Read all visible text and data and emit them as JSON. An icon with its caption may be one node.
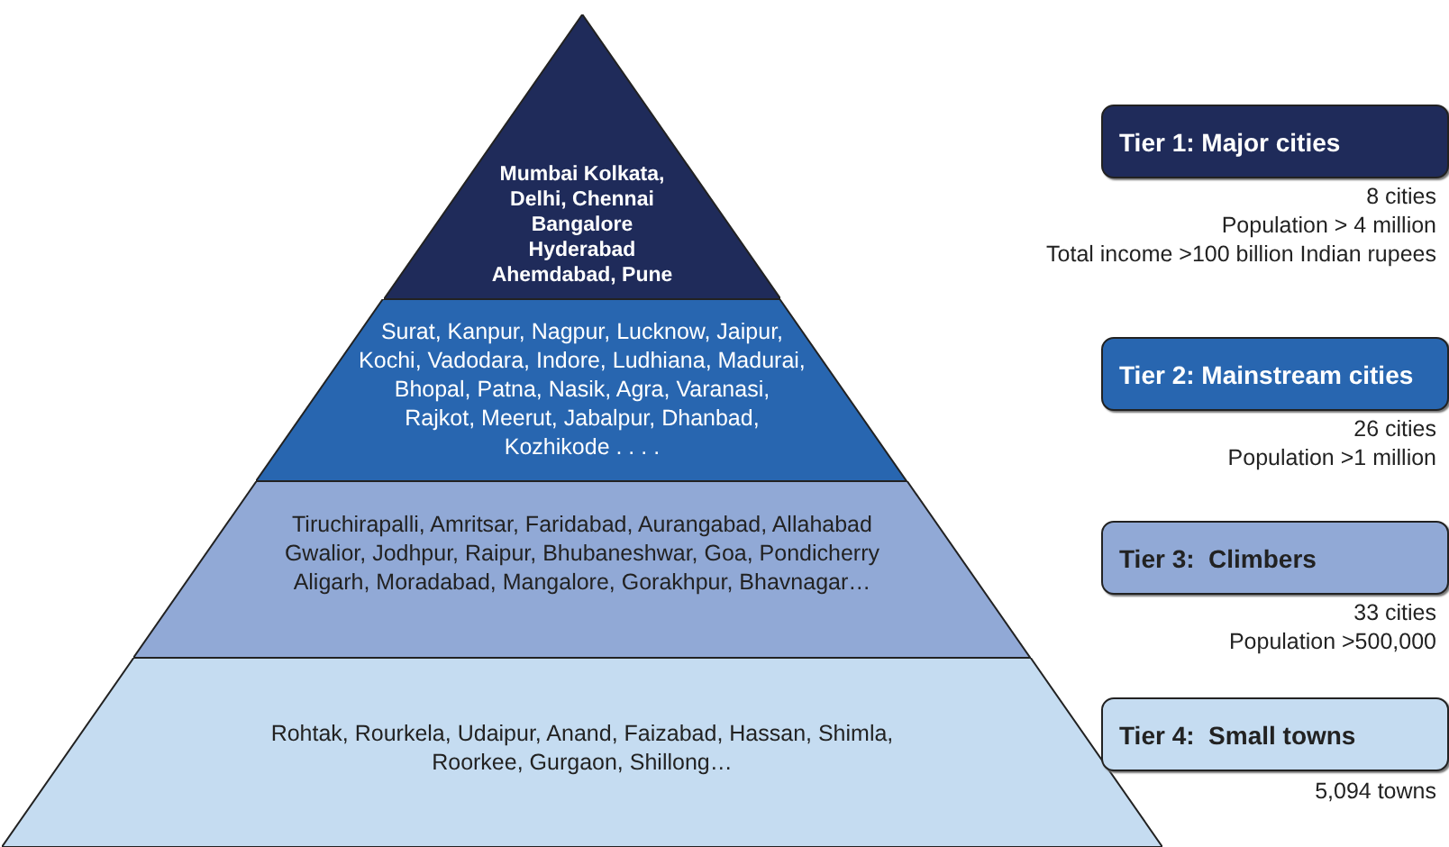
{
  "diagram": {
    "nodes": [
      {
        "text": [
          "Mumbai Kolkata, Delhi, Chennai Bangalore Hyderabad Ahemdabad, Pune"
        ]
      },
      {
        "text": [
          "Surat, Kanpur, Nagpur, Lucknow, Jaipur, Kochi, Vadodara, Indore, Ludhiana, Madurai, Bhopal, Patna, Nasik, Agra, Varanasi, Rajkot, Meerut, Jabalpur, Dhanbad, Kozhikode . . . ."
        ]
      },
      {
        "text": [
          "Tiruchirapalli, Amritsar, Faridabad, Aurangabad, Allahabad Gwalior, Jodhpur, Raipur, Bhubaneshwar, Goa, Pondicherry Aligarh, Moradabad, Mangalore, Gorakhpur, Bhavnagar…"
        ]
      },
      {
        "text": [
          "Rohtak, Rourkela, Udaipur, Anand, Faizabad, Hassan, Shimla, Roorkee, Gurgaon, Shillong…"
        ]
      },
      {
        "text": [
          "Tier 1: Major cities"
        ],
        "beside": [
          "8 cities",
          "Population > 4 million",
          "Total income >100 billion Indian rupees"
        ]
      },
      {
        "text": [
          "Tier 2: Mainstream cities"
        ],
        "beside": [
          "26 cities",
          "Population >1 million"
        ]
      },
      {
        "text": [
          "Tier 3:  Climbers"
        ],
        "beside": [
          "33 cities",
          "Population >500,000"
        ]
      },
      {
        "text": [
          "Tier 4:  Small towns"
        ],
        "beside": [
          "5,094 towns"
        ]
      }
    ]
  }
}
